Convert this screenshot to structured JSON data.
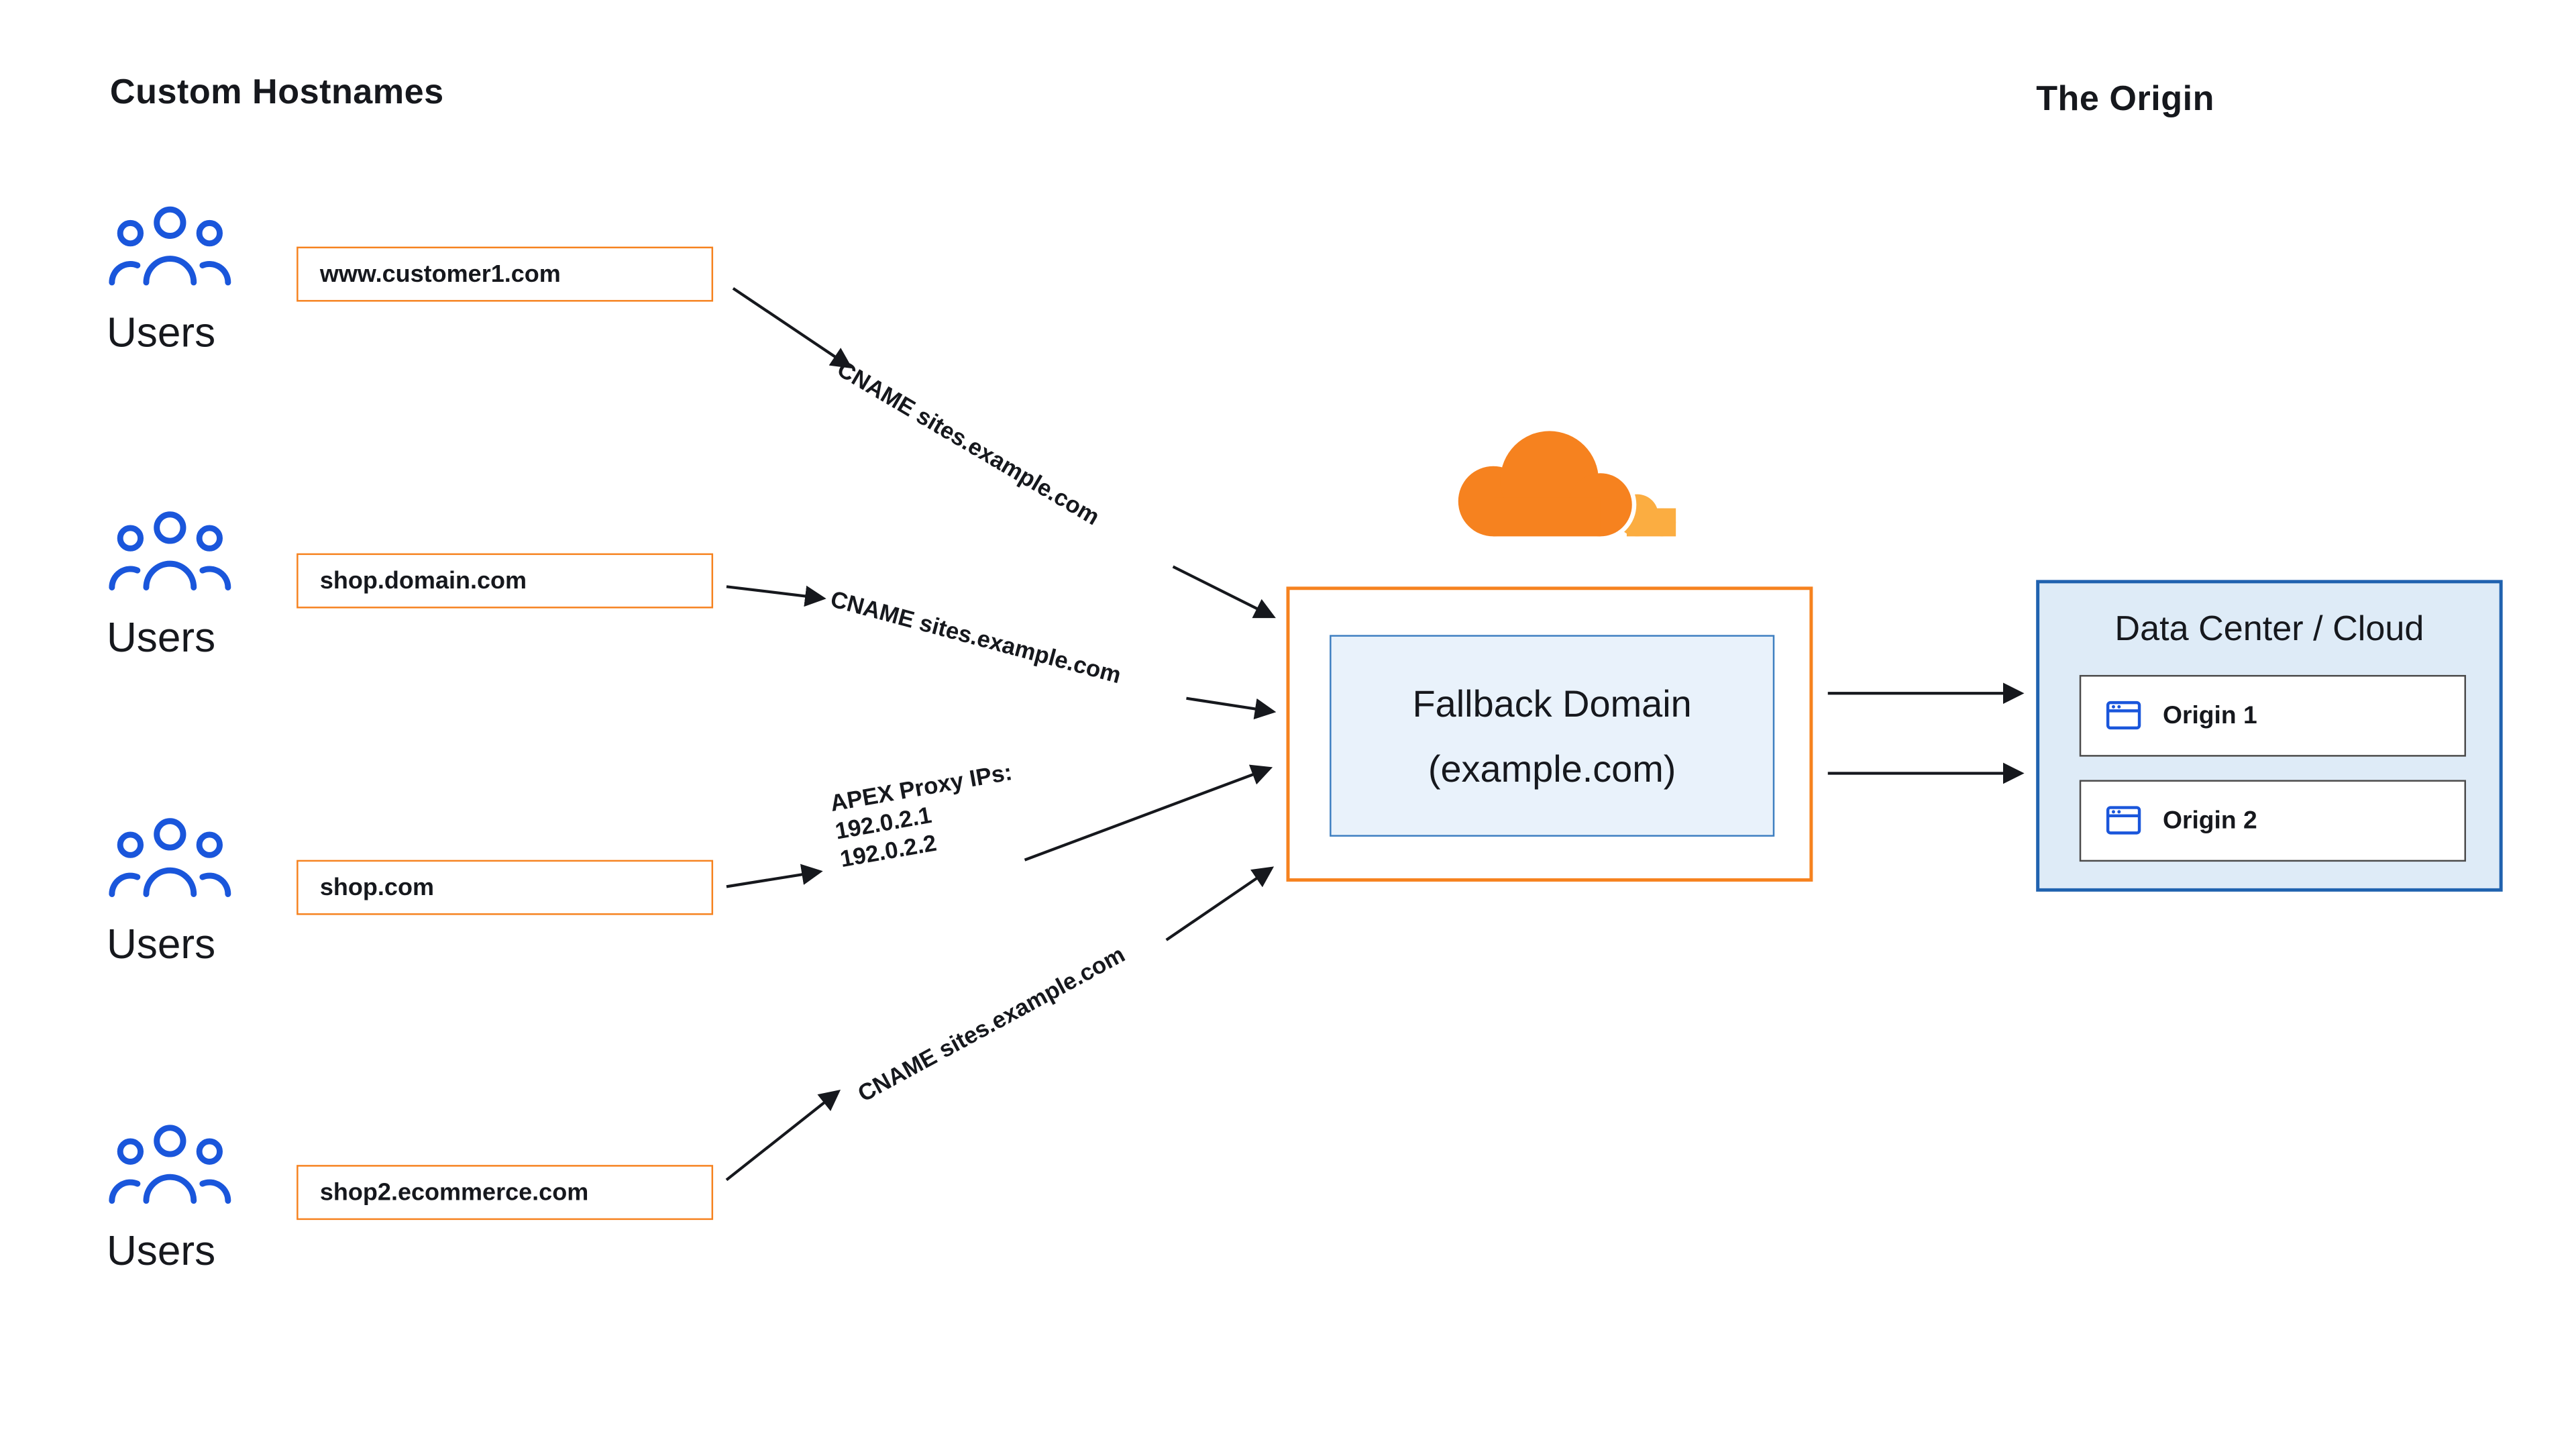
{
  "titles": {
    "left": "Custom Hostnames",
    "right": "The Origin"
  },
  "users_label": "Users",
  "hostnames": [
    {
      "label": "www.customer1.com"
    },
    {
      "label": "shop.domain.com"
    },
    {
      "label": "shop.com"
    },
    {
      "label": "shop2.ecommerce.com"
    }
  ],
  "connections": [
    {
      "label": "CNAME sites.example.com"
    },
    {
      "label": "CNAME sites.example.com"
    },
    {
      "label": "APEX Proxy IPs:",
      "line2": "192.0.2.1",
      "line3": "192.0.2.2"
    },
    {
      "label": "CNAME sites.example.com"
    }
  ],
  "fallback_domain": {
    "line1": "Fallback Domain",
    "line2": "(example.com)"
  },
  "origin_panel": {
    "title": "Data Center / Cloud",
    "origins": [
      {
        "label": "Origin 1"
      },
      {
        "label": "Origin 2"
      }
    ]
  },
  "icons": {
    "users": "users-group-icon",
    "cloudflare": "cloudflare-logo",
    "origin_item": "browser-window-icon"
  },
  "colors": {
    "orange": "#F6821F",
    "orange_light": "#FBAD41",
    "blue": "#1A56DB",
    "panel_fill": "#DEEBF7",
    "panel_border": "#2062AF",
    "inner_fill": "#E9F2FB",
    "inner_border": "#3E7FC1",
    "text": "#16181D"
  }
}
